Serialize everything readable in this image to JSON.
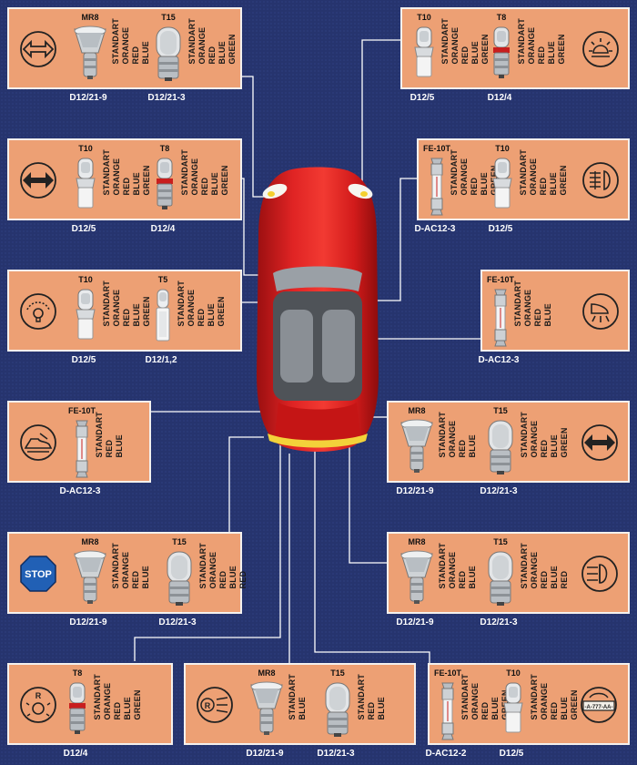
{
  "colors": {
    "background": "#26346e",
    "panel": "#eda074",
    "border": "#f4f1ee",
    "car": "#d81c1c"
  },
  "panels": [
    {
      "id": "front-turn",
      "icon": "turn-signal-outline-icon",
      "side": "left",
      "bulbs": [
        {
          "name": "MR8",
          "type": "mr8",
          "colors": [
            "STANDART",
            "ORANGE",
            "RED",
            "BLUE"
          ],
          "code": "D12/21-9"
        },
        {
          "name": "T15",
          "type": "t15",
          "colors": [
            "STANDART",
            "ORANGE",
            "RED",
            "BLUE",
            "GREEN"
          ],
          "code": "D12/21-3"
        }
      ]
    },
    {
      "id": "park-light",
      "icon": "parking-light-icon",
      "side": "right",
      "bulbs": [
        {
          "name": "T10",
          "type": "t10",
          "colors": [
            "STANDART",
            "ORANGE",
            "RED",
            "BLUE",
            "GREEN"
          ],
          "code": "D12/5"
        },
        {
          "name": "T8",
          "type": "t8",
          "colors": [
            "STANDART",
            "ORANGE",
            "RED",
            "BLUE",
            "GREEN"
          ],
          "code": "D12/4"
        }
      ]
    },
    {
      "id": "side-turn",
      "icon": "turn-signal-filled-icon",
      "side": "left",
      "bulbs": [
        {
          "name": "T10",
          "type": "t10",
          "colors": [
            "STANDART",
            "ORANGE",
            "RED",
            "BLUE",
            "GREEN"
          ],
          "code": "D12/5"
        },
        {
          "name": "T8",
          "type": "t8",
          "colors": [
            "STANDART",
            "ORANGE",
            "RED",
            "BLUE",
            "GREEN"
          ],
          "code": "D12/4"
        }
      ]
    },
    {
      "id": "dash-lights",
      "icon": "dashboard-light-icon",
      "side": "right",
      "bulbs": [
        {
          "name": "FE-10T",
          "type": "fe10t",
          "colors": [
            "STANDART",
            "ORANGE",
            "RED",
            "BLUE",
            "GREEN"
          ],
          "code": "D-AC12-3"
        },
        {
          "name": "T10",
          "type": "t10",
          "colors": [
            "STANDART",
            "ORANGE",
            "RED",
            "BLUE",
            "GREEN"
          ],
          "code": "D12/5"
        }
      ]
    },
    {
      "id": "instrument",
      "icon": "instrument-light-icon",
      "side": "left",
      "bulbs": [
        {
          "name": "T10",
          "type": "t10",
          "colors": [
            "STANDART",
            "ORANGE",
            "RED",
            "BLUE",
            "GREEN"
          ],
          "code": "D12/5"
        },
        {
          "name": "T5",
          "type": "t5",
          "colors": [
            "STANDART",
            "ORANGE",
            "RED",
            "BLUE",
            "GREEN"
          ],
          "code": "D12/1,2"
        }
      ]
    },
    {
      "id": "interior",
      "icon": "interior-light-icon",
      "side": "right",
      "bulbs": [
        {
          "name": "FE-10T",
          "type": "fe10t",
          "colors": [
            "STANDART",
            "ORANGE",
            "RED",
            "BLUE"
          ],
          "code": "D-AC12-3"
        }
      ]
    },
    {
      "id": "trunk",
      "icon": "trunk-light-icon",
      "side": "left",
      "bulbs": [
        {
          "name": "FE-10T",
          "type": "fe10t",
          "colors": [
            "STANDART",
            "RED",
            "BLUE"
          ],
          "code": "D-AC12-3"
        }
      ]
    },
    {
      "id": "rear-turn",
      "icon": "turn-signal-filled-icon",
      "side": "right",
      "bulbs": [
        {
          "name": "MR8",
          "type": "mr8",
          "colors": [
            "STANDART",
            "ORANGE",
            "RED",
            "BLUE"
          ],
          "code": "D12/21-9"
        },
        {
          "name": "T15",
          "type": "t15",
          "colors": [
            "STANDART",
            "ORANGE",
            "RED",
            "BLUE",
            "GREEN"
          ],
          "code": "D12/21-3"
        }
      ]
    },
    {
      "id": "stop",
      "icon": "stop-sign-icon",
      "side": "left",
      "icon_text": "STOP",
      "bulbs": [
        {
          "name": "MR8",
          "type": "mr8",
          "colors": [
            "STANDART",
            "ORANGE",
            "RED",
            "BLUE"
          ],
          "code": "D12/21-9"
        },
        {
          "name": "T15",
          "type": "t15",
          "colors": [
            "STANDART",
            "ORANGE",
            "RED",
            "BLUE",
            "RED"
          ],
          "code": "D12/21-3"
        }
      ]
    },
    {
      "id": "fog",
      "icon": "rear-fog-light-icon",
      "side": "right",
      "bulbs": [
        {
          "name": "MR8",
          "type": "mr8",
          "colors": [
            "STANDART",
            "ORANGE",
            "RED",
            "BLUE"
          ],
          "code": "D12/21-9"
        },
        {
          "name": "T15",
          "type": "t15",
          "colors": [
            "STANDART",
            "ORANGE",
            "RED",
            "BLUE",
            "RED"
          ],
          "code": "D12/21-3"
        }
      ]
    },
    {
      "id": "reverse",
      "icon": "reverse-light-icon",
      "side": "left",
      "bulbs": [
        {
          "name": "T8",
          "type": "t8",
          "colors": [
            "STANDART",
            "ORANGE",
            "RED",
            "BLUE",
            "GREEN"
          ],
          "code": "D12/4"
        }
      ]
    },
    {
      "id": "rear-lamp",
      "icon": "rear-lamp-icon",
      "side": "left",
      "bulbs": [
        {
          "name": "MR8",
          "type": "mr8",
          "colors": [
            "STANDART",
            "BLUE"
          ],
          "code": "D12/21-9"
        },
        {
          "name": "T15",
          "type": "t15",
          "colors": [
            "STANDART",
            "RED",
            "BLUE"
          ],
          "code": "D12/21-3"
        }
      ]
    },
    {
      "id": "plate",
      "icon": "license-plate-light-icon",
      "side": "right",
      "icon_text": "A 777 AA",
      "bulbs": [
        {
          "name": "FE-10T",
          "type": "fe10t",
          "colors": [
            "STANDART",
            "ORANGE",
            "RED",
            "BLUE",
            "GREEN"
          ],
          "code": "D-AC12-2"
        },
        {
          "name": "T10",
          "type": "t10",
          "colors": [
            "STANDART",
            "ORANGE",
            "RED",
            "BLUE",
            "GREEN"
          ],
          "code": "D12/5"
        }
      ]
    }
  ]
}
